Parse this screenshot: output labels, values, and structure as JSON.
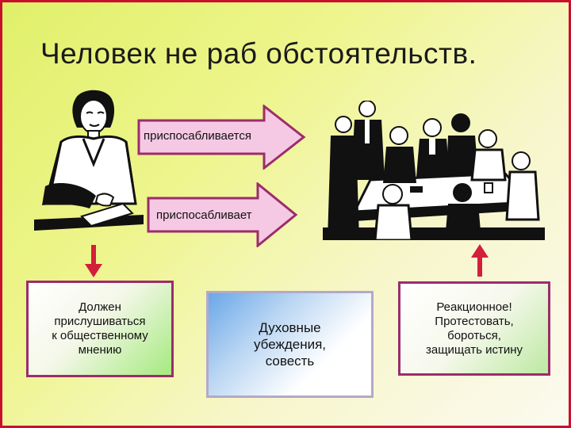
{
  "title": "Человек не раб обстоятельств.",
  "arrows": {
    "top_label": "приспосабливается",
    "bottom_label": "приспосабливает"
  },
  "boxes": {
    "left": "Должен\nприслушиваться\nк общественному\nмнению",
    "center": "Духовные\nубеждения,\nсовесть",
    "right": "Реакционное!\nПротестовать,\nбороться,\nзащищать истину"
  },
  "colors": {
    "arrow_fill": "#f5c9e3",
    "arrow_stroke": "#9b2d6b",
    "vertical_arrow": "#d21f3c",
    "frame": "#c8102e"
  },
  "icons": {
    "person": "woman-at-desk-icon",
    "group": "business-meeting-icon"
  }
}
